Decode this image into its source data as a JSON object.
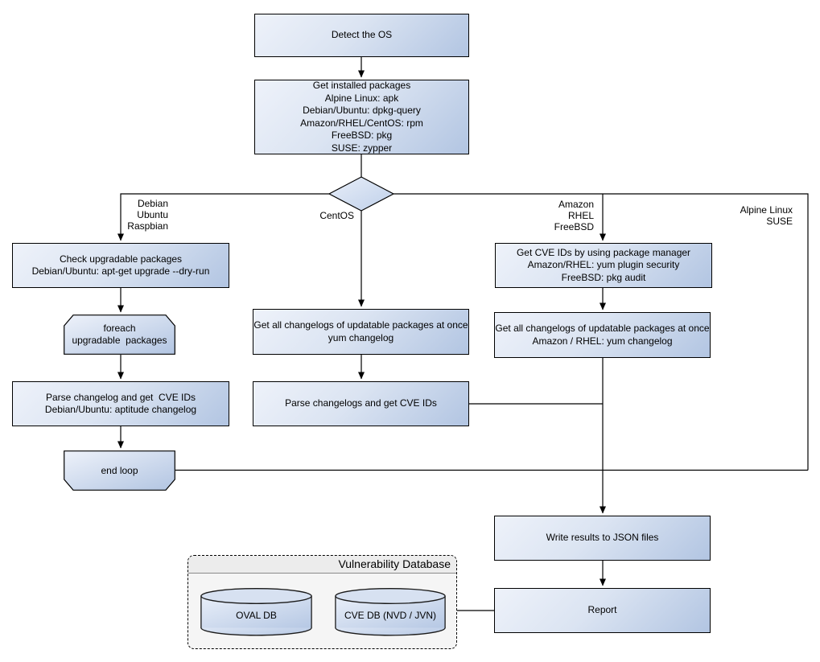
{
  "nodes": {
    "detect_os": "Detect the OS",
    "get_installed_packages": "Get installed packages\nAlpine Linux: apk\nDebian/Ubuntu: dpkg-query\nAmazon/RHEL/CentOS: rpm\nFreeBSD: pkg\nSUSE: zypper",
    "check_upgradable": "Check upgradable packages\nDebian/Ubuntu: apt-get upgrade --dry-run",
    "foreach_loop": "foreach\nupgradable  packages",
    "parse_changelog_debian": "Parse changelog and get  CVE IDs\nDebian/Ubuntu: aptitude changelog",
    "end_loop": "end loop",
    "get_changelogs_centos": "Get all changelogs of updatable packages at once\nyum changelog",
    "parse_changelogs_centos": "Parse changelogs and get CVE IDs",
    "get_cve_ids_amazon": "Get CVE IDs by using package manager\nAmazon/RHEL: yum plugin security\nFreeBSD: pkg audit",
    "get_changelogs_amazon": "Get all changelogs of updatable packages at once\nAmazon / RHEL: yum changelog",
    "write_results": "Write results to JSON files",
    "report": "Report"
  },
  "branch_labels": {
    "debian": "Debian\nUbuntu\nRaspbian",
    "centos": "CentOS",
    "amazon": "Amazon\nRHEL\nFreeBSD",
    "alpine": "Alpine Linux\nSUSE"
  },
  "database": {
    "title": "Vulnerability Database",
    "oval_db": "OVAL DB",
    "cve_db": "CVE DB (NVD / JVN)"
  },
  "colors": {
    "node_gradient_light": "#eef2fa",
    "node_gradient_dark": "#b2c5e2",
    "stroke": "#000000",
    "db_panel_fill": "#f5f5f5",
    "db_header_fill": "#ececec"
  }
}
